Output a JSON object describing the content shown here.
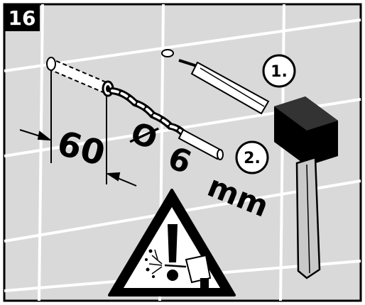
{
  "step": {
    "number": "16"
  },
  "dimensions": {
    "depth": "60",
    "diameter_symbol": "Ø",
    "diameter_value": "6",
    "diameter_unit": "mm"
  },
  "sequence": {
    "first": "1.",
    "second": "2."
  },
  "icons": [
    "plug-icon",
    "pin-icon",
    "drill-bit-icon",
    "hammer-icon",
    "warning-triangle-icon",
    "drill-hazard-icon"
  ],
  "colors": {
    "ink": "#000000",
    "background": "#ffffff",
    "panel": "#d9d9d9",
    "tile_line": "#ffffff"
  }
}
